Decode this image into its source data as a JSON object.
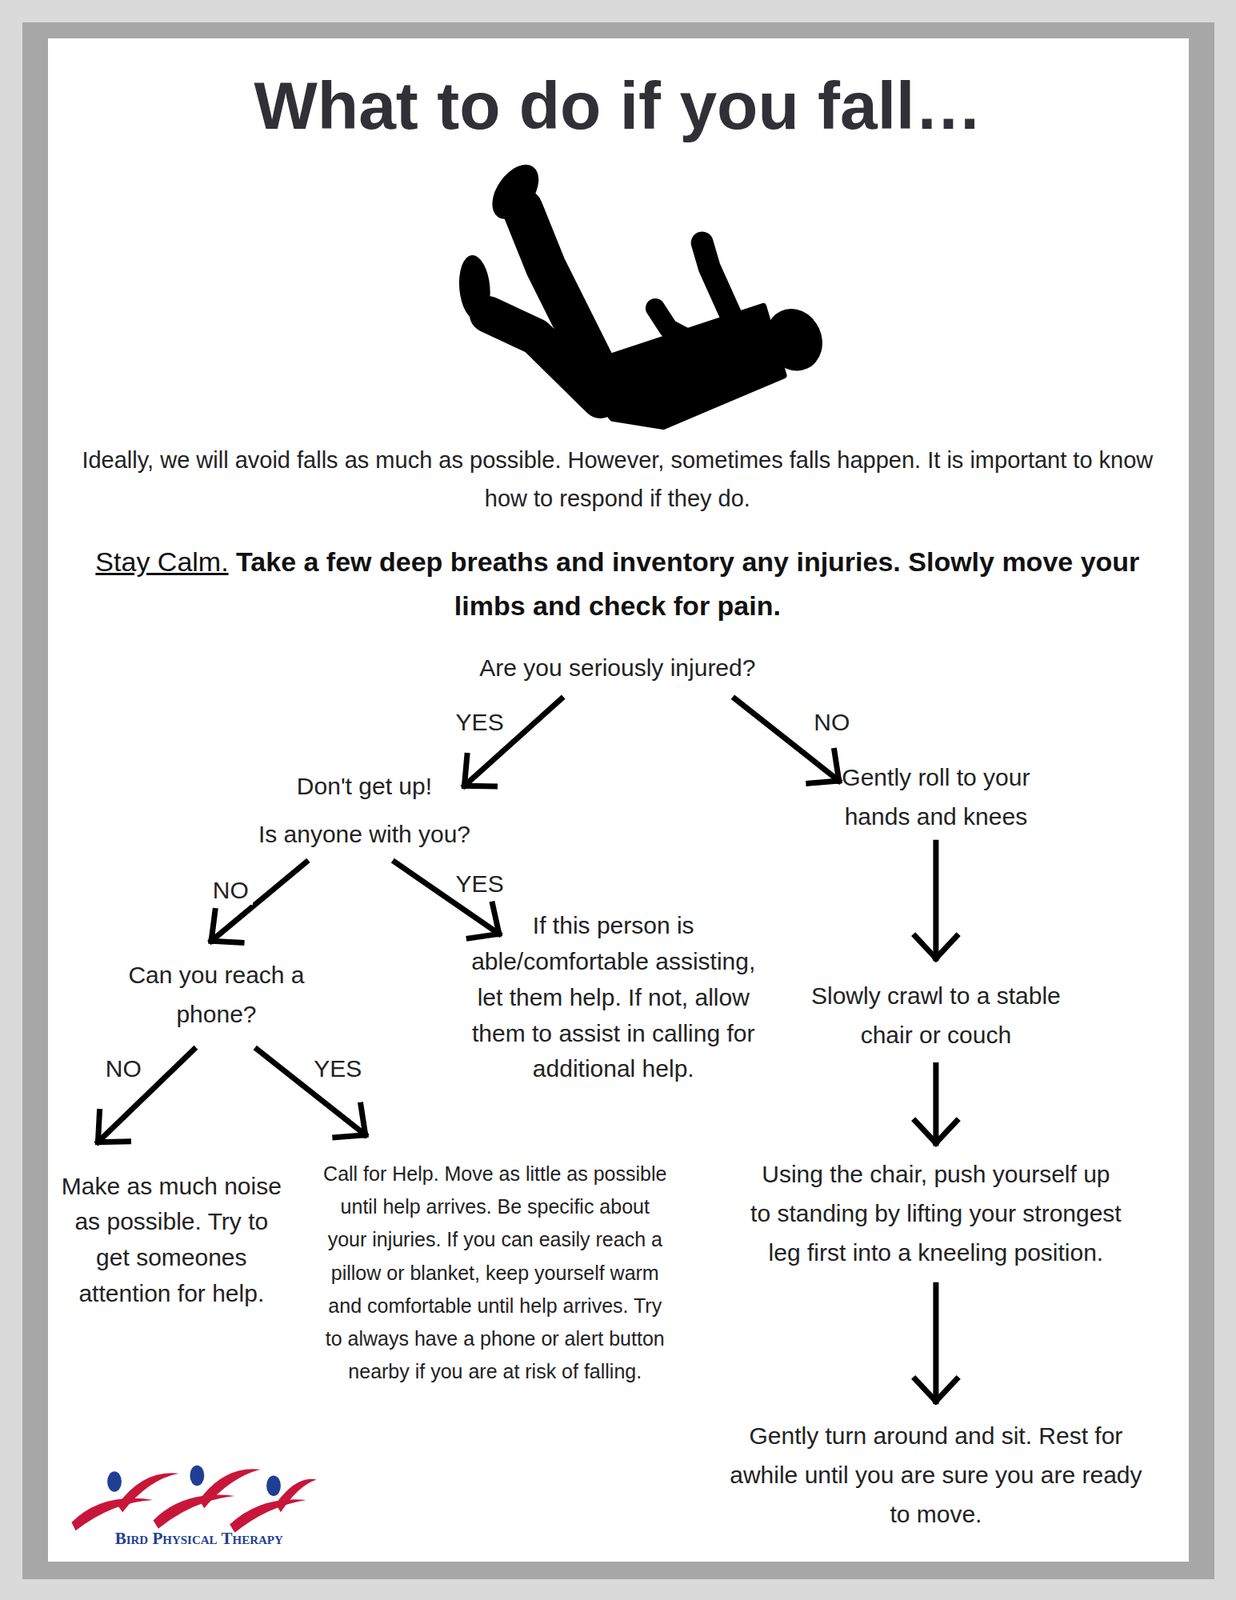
{
  "diagram": {
    "title": "What to do if you fall…",
    "nodes": [
      {
        "text": [
          "Are you seriously injured?"
        ]
      },
      {
        "text": [
          "Don't get up!",
          "Is anyone with you?"
        ]
      },
      {
        "text": [
          "Gently roll to your hands and knees"
        ]
      },
      {
        "text": [
          "Can you reach a phone?"
        ]
      },
      {
        "text": [
          "If this person is able/comfortable assisting, let them help. If not, allow them to assist in calling for additional help."
        ]
      },
      {
        "text": [
          "Slowly crawl to a stable chair or couch"
        ]
      },
      {
        "text": [
          "Make as much noise as possible. Try to get someones attention for help."
        ]
      },
      {
        "text": [
          "Call for Help. Move as little as possible until help arrives. Be specific about your injuries. If you can easily reach a pillow or blanket, keep yourself warm and comfortable until help arrives. Try to always have a phone or alert button nearby if you are at risk of falling."
        ]
      },
      {
        "text": [
          "Using the chair, push yourself up to standing by lifting your strongest leg first into a kneeling position."
        ]
      },
      {
        "text": [
          "Gently turn around and sit. Rest for awhile until you are sure you are ready to move."
        ]
      }
    ],
    "edges": [
      {
        "from": 0,
        "to": 1,
        "label": "YES",
        "arrow": "to"
      },
      {
        "from": 0,
        "to": 2,
        "label": "NO",
        "arrow": "to"
      },
      {
        "from": 1,
        "to": 3,
        "label": "NO",
        "arrow": "to"
      },
      {
        "from": 1,
        "to": 4,
        "label": "YES",
        "arrow": "to"
      },
      {
        "from": 3,
        "to": 6,
        "label": "NO",
        "arrow": "to"
      },
      {
        "from": 3,
        "to": 7,
        "label": "YES",
        "arrow": "to"
      },
      {
        "from": 2,
        "to": 5,
        "arrow": "to"
      },
      {
        "from": 5,
        "to": 8,
        "arrow": "to"
      },
      {
        "from": 8,
        "to": 9,
        "arrow": "to"
      }
    ],
    "labels": [
      "Ideally, we will avoid falls as much as possible. However, sometimes falls happen. It is important to know how to respond if they do.",
      "Stay Calm.",
      "Take a few deep breaths and inventory any injuries. Slowly move your limbs and check for pain.",
      "Bird Physical Therapy"
    ]
  }
}
